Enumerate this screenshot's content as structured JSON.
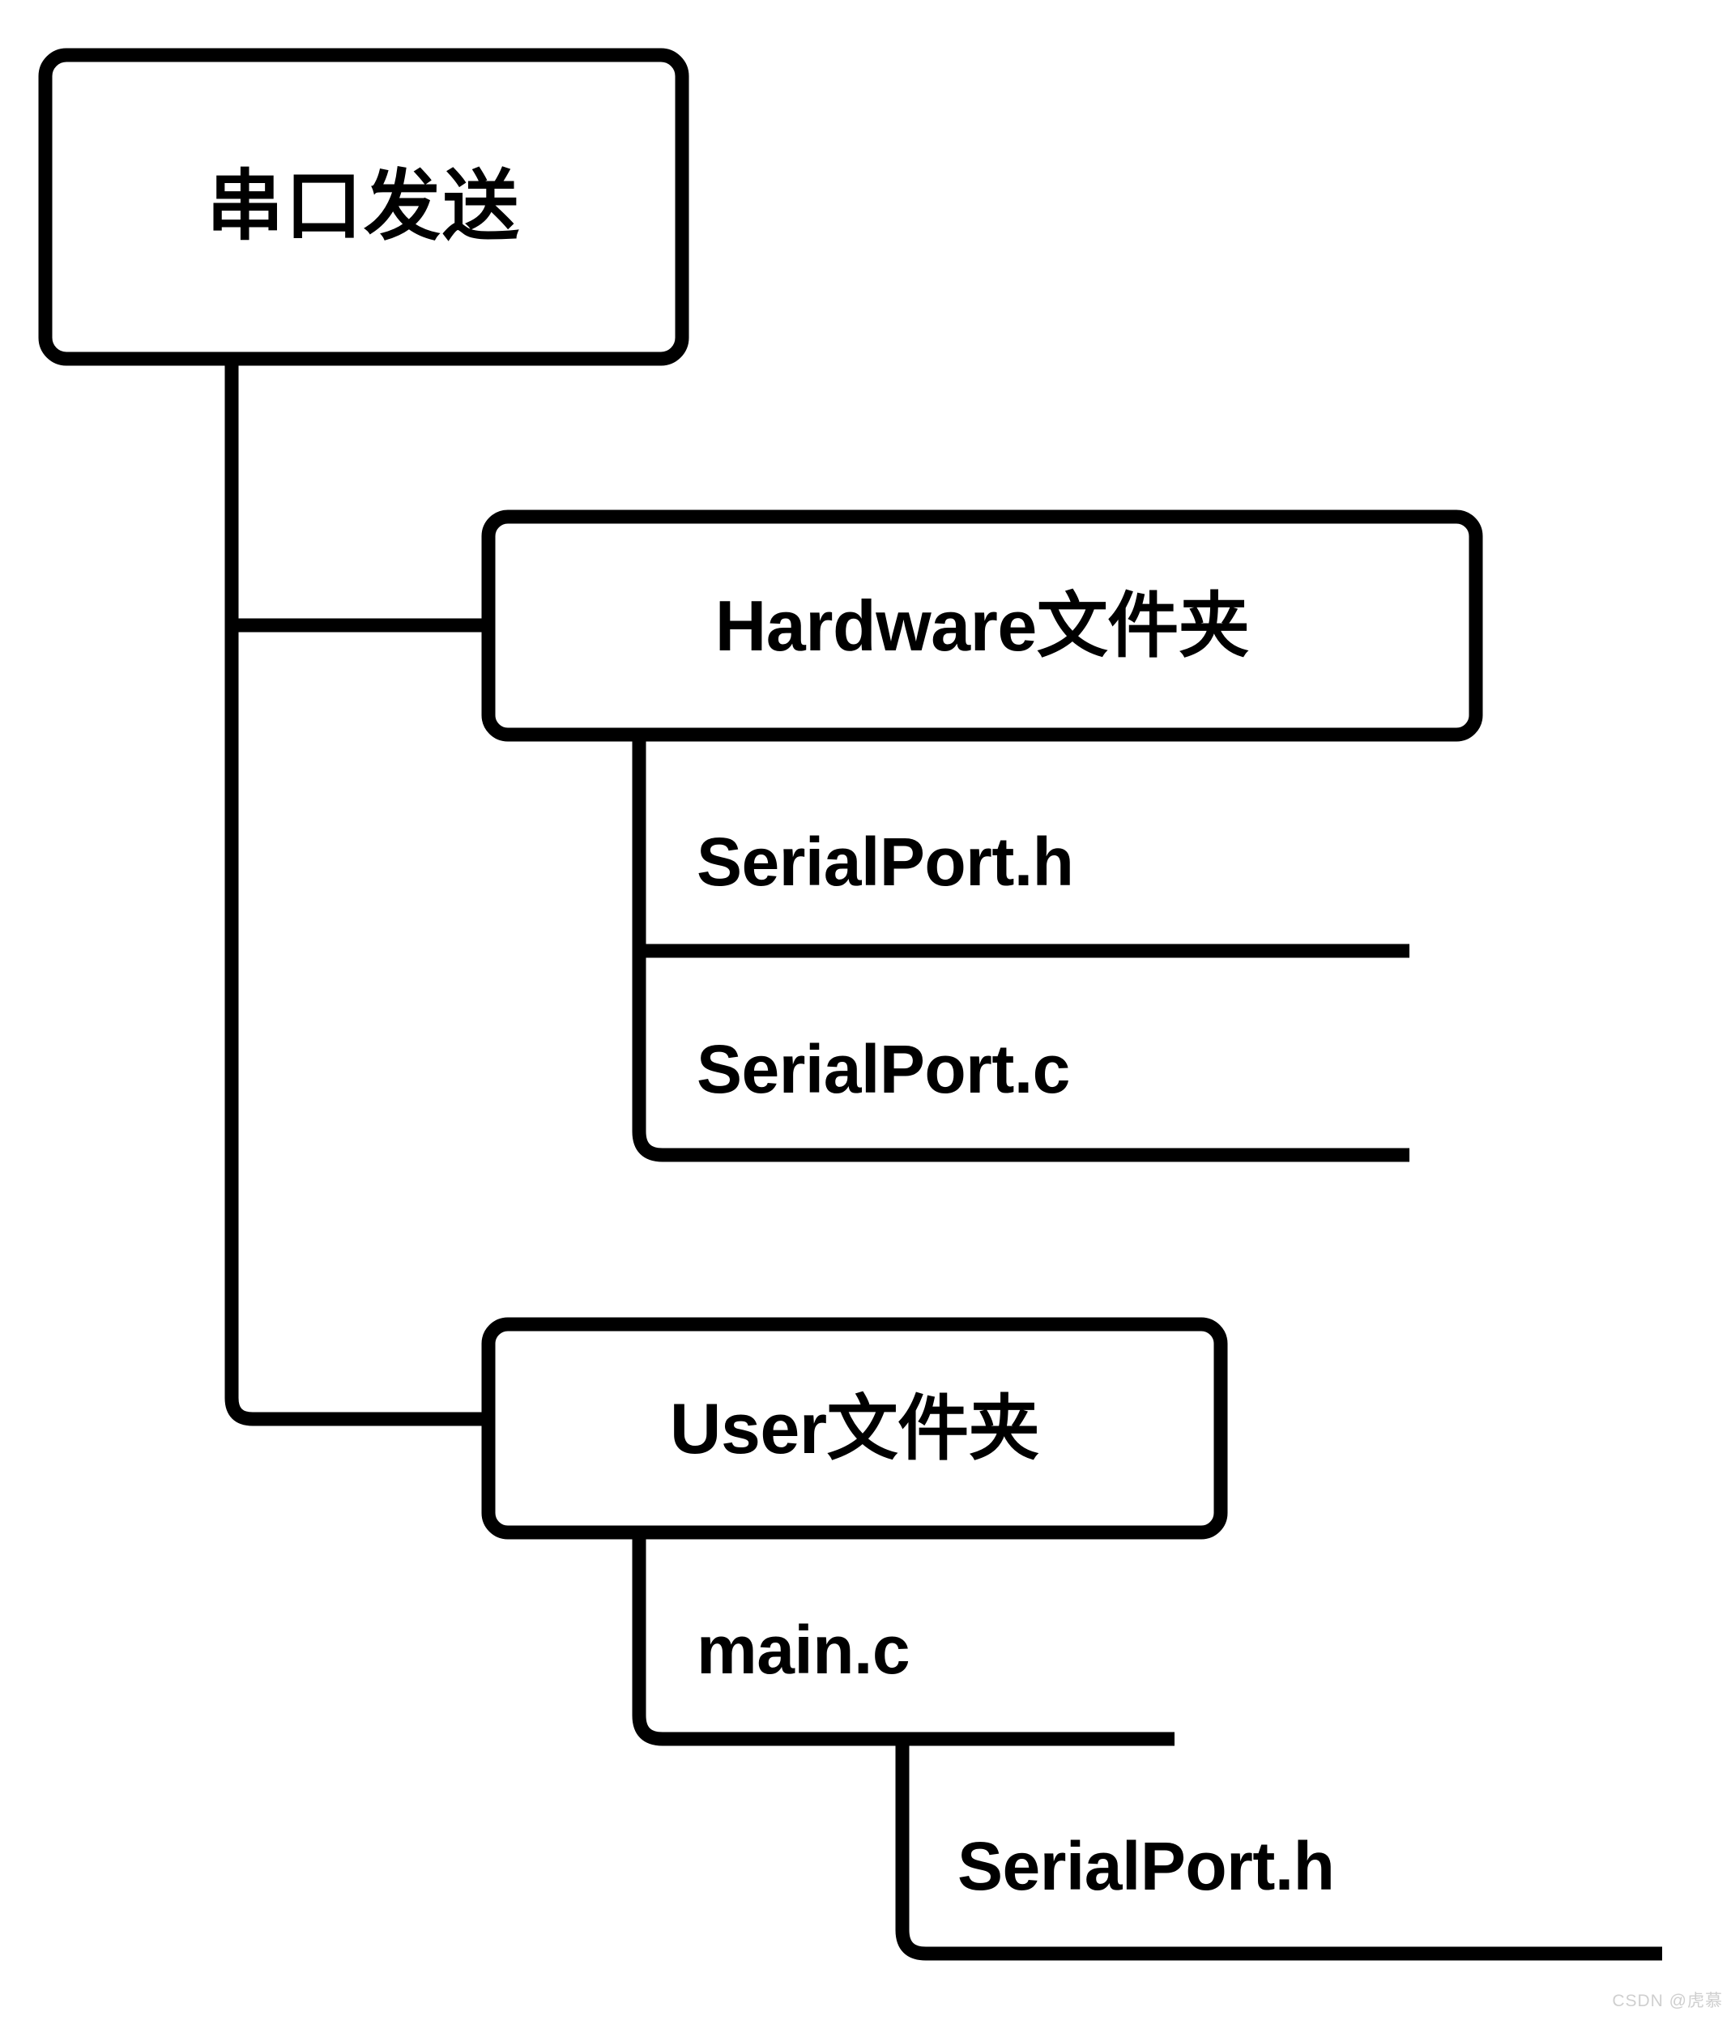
{
  "diagram": {
    "title": "串口发送",
    "type": "file-tree",
    "root": {
      "id": "root",
      "label": "串口发送",
      "shape": "rounded-box"
    },
    "branches": [
      {
        "id": "hardware-folder",
        "label": "Hardware文件夹",
        "shape": "rounded-box",
        "children": [
          {
            "id": "hardware-serialport-h",
            "label": "SerialPort.h",
            "shape": "underline"
          },
          {
            "id": "hardware-serialport-c",
            "label": "SerialPort.c",
            "shape": "underline"
          }
        ]
      },
      {
        "id": "user-folder",
        "label": "User文件夹",
        "shape": "rounded-box",
        "children": [
          {
            "id": "user-main-c",
            "label": "main.c",
            "shape": "underline",
            "children": [
              {
                "id": "user-main-serialport-h",
                "label": "SerialPort.h",
                "shape": "underline"
              }
            ]
          }
        ]
      }
    ]
  },
  "style": {
    "line_color": "#000000",
    "text_color": "#000000",
    "background": "#ffffff",
    "stroke_width": "17"
  },
  "watermark": {
    "text": "CSDN @虎慕"
  }
}
